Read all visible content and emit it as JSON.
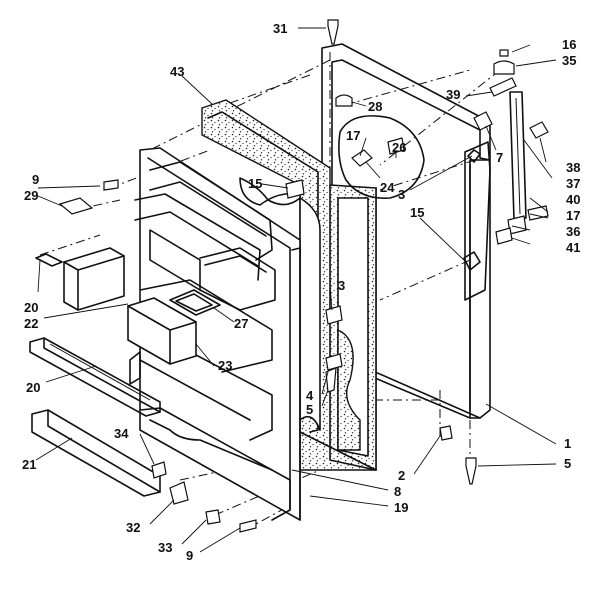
{
  "callouts": {
    "c1": "1",
    "c2": "2",
    "c3a": "3",
    "c3b": "3",
    "c4": "4",
    "c5a": "5",
    "c5b": "5",
    "c7": "7",
    "c8": "8",
    "c9a": "9",
    "c9b": "9",
    "c15a": "15",
    "c15b": "15",
    "c16": "16",
    "c17a": "17",
    "c17b": "17",
    "c19": "19",
    "c20a": "20",
    "c20b": "20",
    "c21": "21",
    "c22": "22",
    "c23": "23",
    "c24": "24",
    "c26": "26",
    "c27": "27",
    "c28": "28",
    "c29": "29",
    "c31": "31",
    "c32": "32",
    "c33": "33",
    "c34": "34",
    "c35": "35",
    "c36": "36",
    "c37": "37",
    "c38": "38",
    "c39": "39",
    "c40": "40",
    "c41": "41",
    "c43": "43"
  }
}
